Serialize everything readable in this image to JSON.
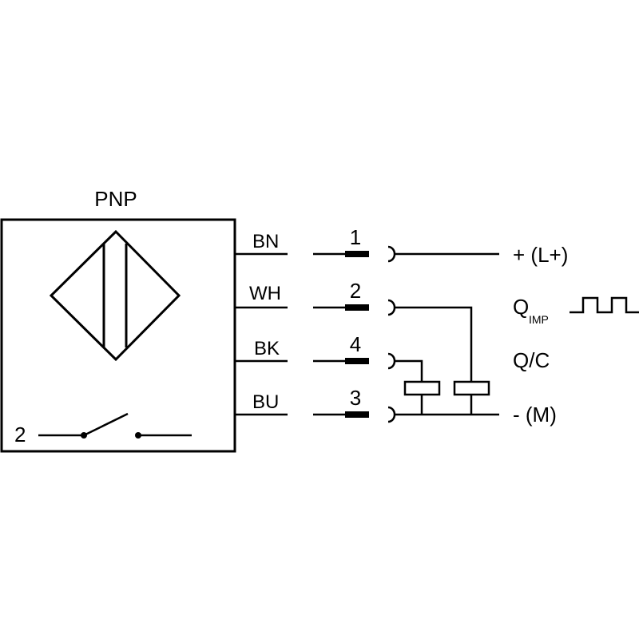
{
  "sensor": {
    "type_label": "PNP",
    "switch_label": "2"
  },
  "wires": [
    {
      "color": "BN",
      "pin": "1",
      "signal": "+ (L+)"
    },
    {
      "color": "WH",
      "pin": "2",
      "signal_main": "Q",
      "signal_sub": "IMP"
    },
    {
      "color": "BK",
      "pin": "4",
      "signal": "Q/C"
    },
    {
      "color": "BU",
      "pin": "3",
      "signal": "- (M)"
    }
  ]
}
